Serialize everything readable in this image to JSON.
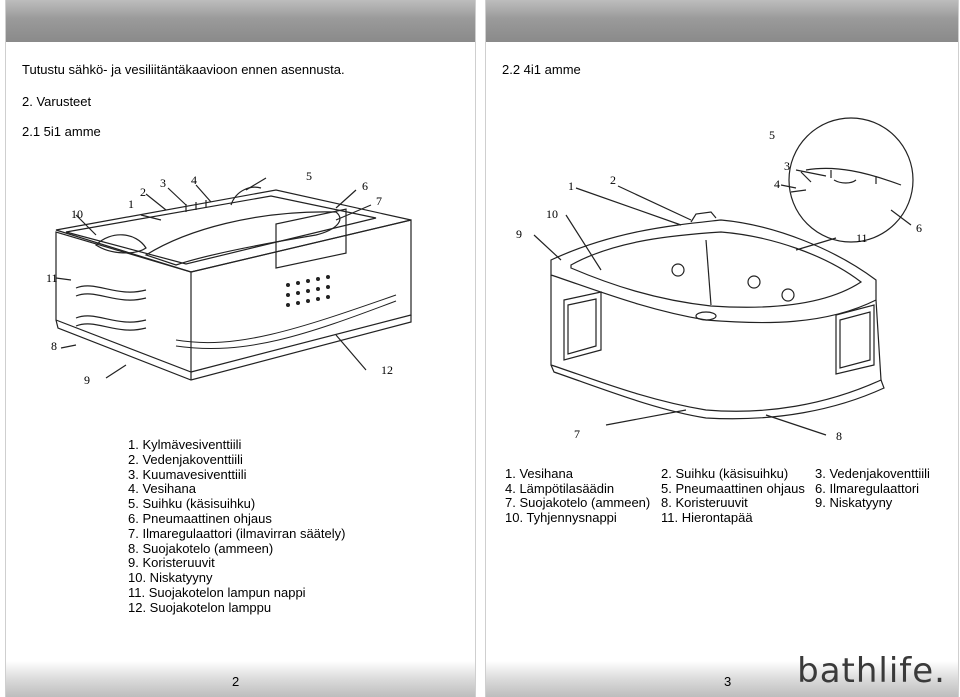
{
  "left_page": {
    "intro": "Tutustu sähkö- ja vesiliitäntäkaavioon ennen asennusta.",
    "section": "2. Varusteet",
    "subsection": "2.1  5i1 amme",
    "callouts": [
      "1",
      "2",
      "3",
      "4",
      "5",
      "6",
      "7",
      "8",
      "9",
      "10",
      "11",
      "12"
    ],
    "parts": [
      "1. Kylmävesiventtiili",
      "2. Vedenjakoventtiili",
      "3. Kuumavesiventtiili",
      "4. Vesihana",
      "5. Suihku (käsisuihku)",
      "6. Pneumaattinen ohjaus",
      "7. Ilmaregulaattori (ilmavirran säätely)",
      "8. Suojakotelo (ammeen)",
      "9. Koristeruuvit",
      "10. Niskatyyny",
      "11. Suojakotelon lampun nappi",
      "12. Suojakotelon lamppu"
    ],
    "page_number": "2"
  },
  "right_page": {
    "subsection": "2.2  4i1 amme",
    "callouts": [
      "1",
      "2",
      "3",
      "4",
      "5",
      "6",
      "7",
      "8",
      "9",
      "10",
      "11"
    ],
    "parts_rows": [
      [
        "1. Vesihana",
        "2. Suihku (käsisuihku)",
        "3. Vedenjakoventtiili"
      ],
      [
        "4. Lämpötilasäädin",
        "5. Pneumaattinen ohjaus",
        "6. Ilmaregulaattori"
      ],
      [
        "7. Suojakotelo (ammeen)",
        "8. Koristeruuvit",
        "9. Niskatyyny"
      ],
      [
        "10. Tyhjennysnappi",
        "11. Hierontapää",
        ""
      ]
    ],
    "page_number": "3",
    "logo": "bathlife."
  }
}
